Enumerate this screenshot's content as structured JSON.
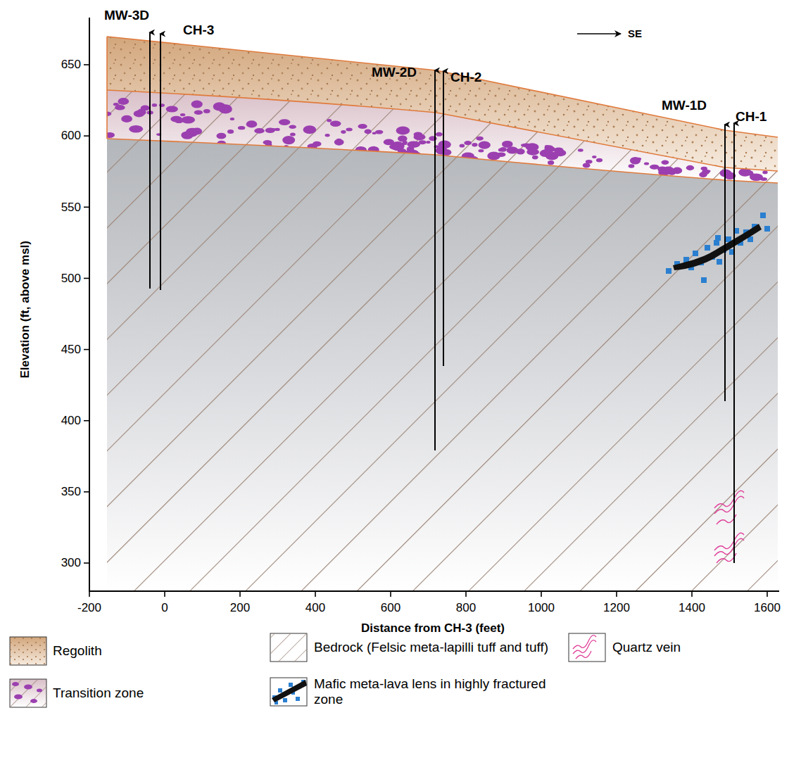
{
  "diagram": {
    "labels": [
      "MW-3D",
      "CH-3",
      "MW-2D",
      "CH-2",
      "MW-1D",
      "CH-1",
      "SE",
      "650",
      "600",
      "550",
      "500",
      "450",
      "400",
      "350",
      "300",
      "-200",
      "0",
      "200",
      "400",
      "600",
      "800",
      "1000",
      "1200",
      "1400",
      "1600",
      "Elevation (ft, above msl)",
      "Distance from CH-3 (feet)"
    ],
    "legend": [
      {
        "text": "Regolith"
      },
      {
        "text": "Transition zone"
      },
      {
        "text": "Bedrock (Felsic meta-lapilli tuff and tuff)"
      },
      {
        "text": "Mafic meta-lava lens in highly fractured zone"
      },
      {
        "text": "Quartz vein"
      }
    ]
  }
}
